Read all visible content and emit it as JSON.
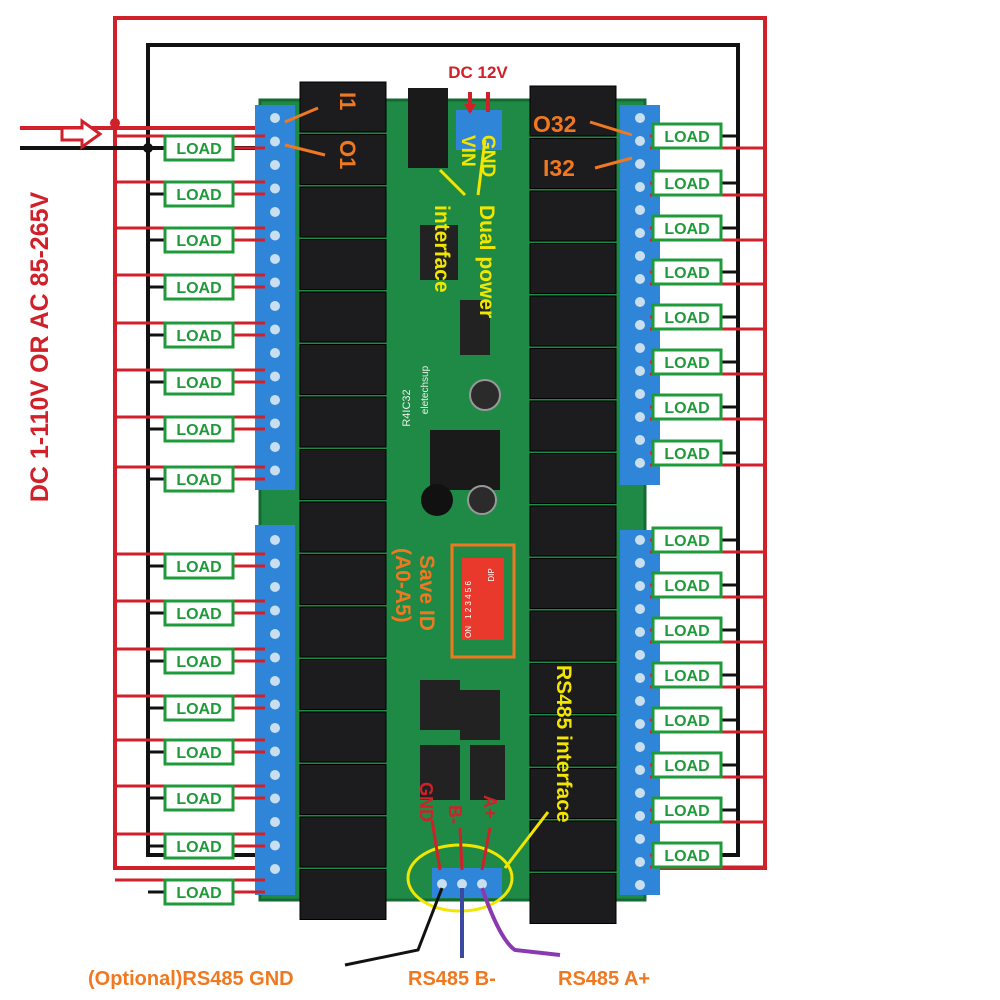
{
  "power": {
    "supply_label": "DC 1-110V OR AC 85-265V",
    "dc_label": "DC 12V",
    "vin_label": "VIN",
    "gnd_label": "GND"
  },
  "annotations": {
    "dual_power_line1": "Dual power",
    "dual_power_line2": "interface",
    "slave_id_line1": "Save ID",
    "slave_id_line2": "(A0-A5)",
    "rs485_interface": "RS485 interface",
    "i1": "I1",
    "o1": "O1",
    "o32": "O32",
    "i32": "I32"
  },
  "rs485": {
    "gnd_pin": "GND",
    "b_pin": "B-",
    "a_pin": "A+",
    "gnd_caption": "(Optional)RS485 GND",
    "b_caption": "RS485 B-",
    "a_caption": "RS485 A+"
  },
  "board": {
    "model": "R4IC32",
    "brand": "eletechsup",
    "dip_label": "DIP",
    "dip_numbers": "1 2 3 4 5 6",
    "dip_on": "ON"
  },
  "load_label": "LOAD",
  "colors": {
    "wire_live": "#d0202a",
    "wire_neutral": "#111111",
    "load_border": "#1e9a3a",
    "annotation_orange": "#f07820",
    "annotation_yellow": "#f2e600",
    "pcb_green": "#1f8a45",
    "relay_black": "#1c1c1e",
    "terminal_blue": "#2f86d8"
  }
}
